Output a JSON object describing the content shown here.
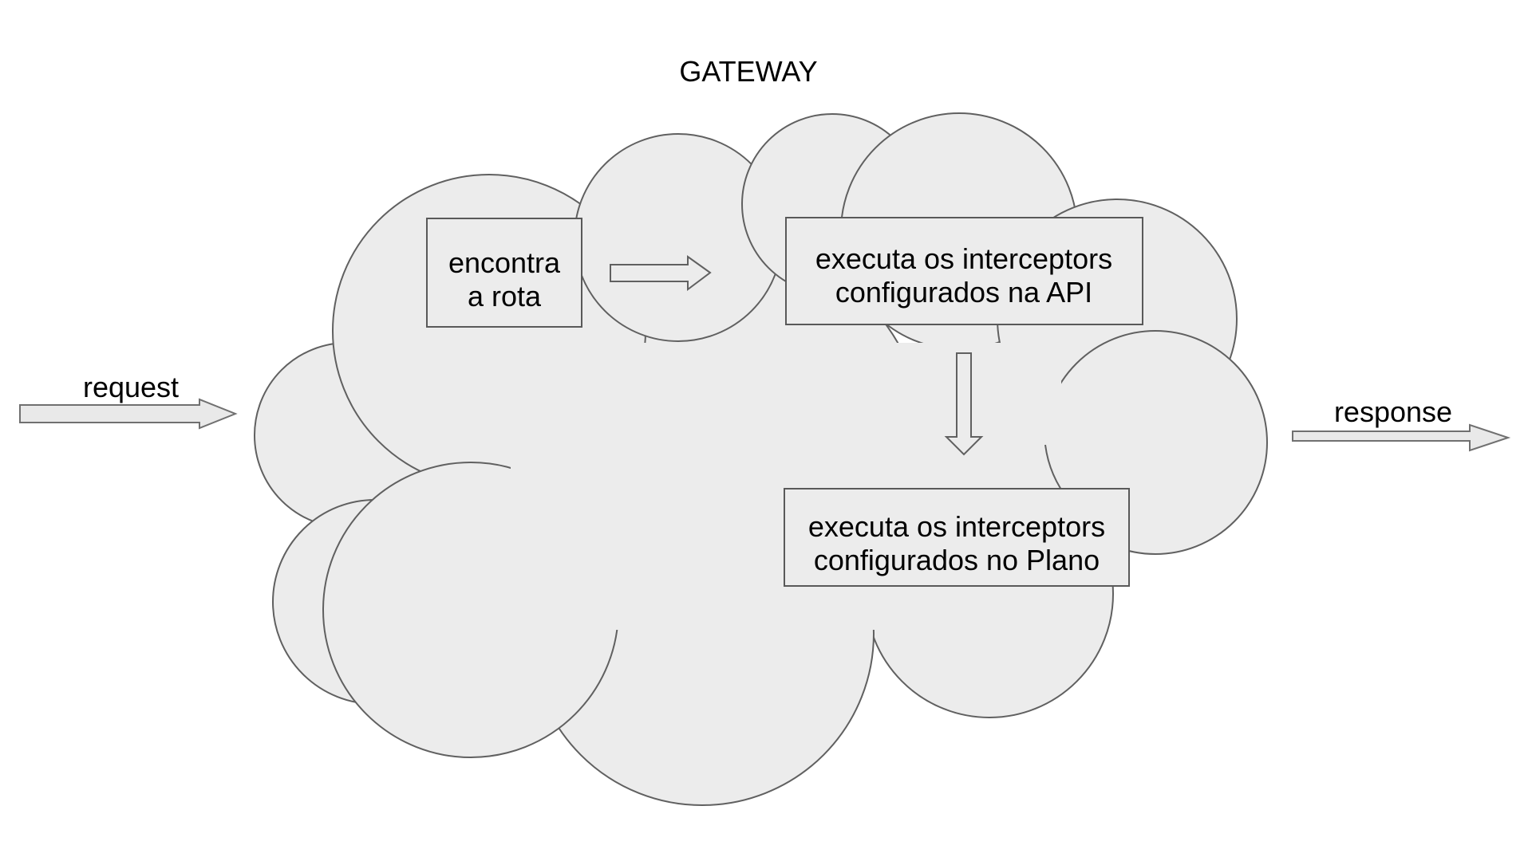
{
  "diagram": {
    "title": "GATEWAY",
    "input_label": "request",
    "output_label": "response",
    "steps": {
      "find_route": {
        "line1": "encontra",
        "line2": "a rota"
      },
      "api_interceptors": {
        "line1": "executa os interceptors",
        "line2": "configurados na API"
      },
      "plan_interceptors": {
        "line1": "executa os interceptors",
        "line2": "configurados no Plano"
      }
    }
  },
  "colors": {
    "background": "#ffffff",
    "cloud_fill": "#ececec",
    "cloud_stroke": "#606060",
    "box_fill": "#ececec",
    "box_stroke": "#595959",
    "arrow_fill": "#ececec",
    "arrow_stroke": "#606060",
    "ext_arrow_fill": "#e9e9e9",
    "ext_arrow_stroke": "#707070",
    "text": "#000000"
  }
}
